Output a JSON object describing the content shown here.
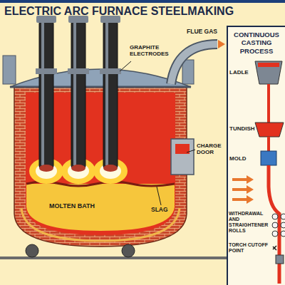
{
  "diagram": {
    "title": "ELECTRIC ARC FURNACE STEELMAKING",
    "nodes": [
      {
        "text": [
          "CONTINUOUS CASTING PROCESS"
        ]
      }
    ],
    "labels": [
      "GRAPHITE ELECTRODES",
      "FLUE GAS",
      "CHARGE DOOR",
      "MOLTEN BATH",
      "SLAG",
      "LADLE",
      "TUNDISH",
      "MOLD",
      "WITHDRAWAL AND STRAIGHTENER ROLLS",
      "TORCH CUTOFF POINT"
    ]
  }
}
